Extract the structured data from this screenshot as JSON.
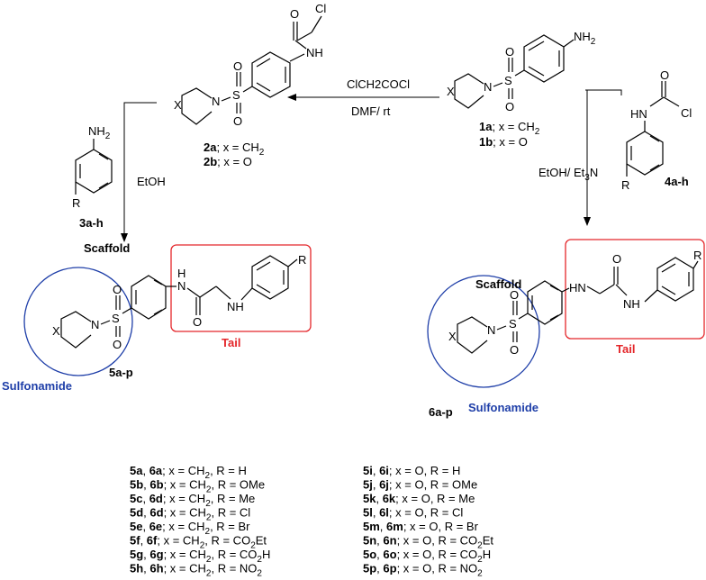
{
  "scheme": {
    "reagents": {
      "top_reagent": "ClCH2COCl",
      "top_conditions": "DMF/ rt",
      "left_solvent": "EtOH",
      "right_conditions": "EtOH/ Et3N"
    },
    "compounds": {
      "c1a_num": "1a",
      "c1a_rest": "; x = CH",
      "c1a_sub": "2",
      "c1b_num": "1b",
      "c1b_rest": "; x = O",
      "c2a_num": "2a",
      "c2a_rest": "; x = CH",
      "c2a_sub": "2",
      "c2b_num": "2b",
      "c2b_rest": "; x = O",
      "c3": "3a-h",
      "c4": "4a-h",
      "c5": "5a-p",
      "c6": "6a-p"
    },
    "atoms": {
      "nh2": "NH",
      "nh2_sub": "2",
      "cl": "Cl",
      "o": "O",
      "s": "S",
      "n": "N",
      "x": "X",
      "r": "R",
      "hn": "HN",
      "nh": "NH",
      "h": "H",
      "n_cap": "N"
    },
    "regions": {
      "scaffold": "Scaffold",
      "tail": "Tail",
      "sulfonamide": "Sulfonamide"
    },
    "legend_left": [
      {
        "c": "5a",
        "d": "6a",
        "pre": "; x = CH",
        "sub": "2",
        "post": ", R = H",
        "rsub": ""
      },
      {
        "c": "5b",
        "d": "6b",
        "pre": "; x = CH",
        "sub": "2",
        "post": ", R = OMe",
        "rsub": ""
      },
      {
        "c": "5c",
        "d": "6d",
        "pre": "; x = CH",
        "sub": "2",
        "post": ", R = Me",
        "rsub": ""
      },
      {
        "c": "5d",
        "d": "6d",
        "pre": "; x = CH",
        "sub": "2",
        "post": ", R = Cl",
        "rsub": ""
      },
      {
        "c": "5e",
        "d": "6e",
        "pre": "; x = CH",
        "sub": "2",
        "post": ", R = Br",
        "rsub": ""
      },
      {
        "c": "5f",
        "d": "6f",
        "pre": "; x = CH",
        "sub": "2",
        "post": ", R = CO",
        "rsub": "2",
        "tail": "Et"
      },
      {
        "c": "5g",
        "d": "6g",
        "pre": "; x = CH",
        "sub": "2",
        "post": ", R = CO",
        "rsub": "2",
        "tail": "H"
      },
      {
        "c": "5h",
        "d": "6h",
        "pre": "; x = CH",
        "sub": "2",
        "post": ", R = NO",
        "rsub": "2",
        "tail": ""
      }
    ],
    "legend_right": [
      {
        "c": "5i",
        "d": "6i",
        "post": "; x = O, R = H",
        "rsub": "",
        "tail": ""
      },
      {
        "c": "5j",
        "d": "6j",
        "post": "; x = O, R = OMe",
        "rsub": "",
        "tail": ""
      },
      {
        "c": "5k",
        "d": "6k",
        "post": "; x = O, R = Me",
        "rsub": "",
        "tail": ""
      },
      {
        "c": "5l",
        "d": "6l",
        "post": "; x = O, R = Cl",
        "rsub": "",
        "tail": ""
      },
      {
        "c": "5m",
        "d": "6m",
        "post": "; x = O, R = Br",
        "rsub": "",
        "tail": ""
      },
      {
        "c": "5n",
        "d": "6n",
        "post": "; x = O, R = CO",
        "rsub": "2",
        "tail": "Et"
      },
      {
        "c": "5o",
        "d": "6o",
        "post": "; x = O, R = CO",
        "rsub": "2",
        "tail": "H"
      },
      {
        "c": "5p",
        "d": "6p",
        "post": "; x = O, R = NO",
        "rsub": "2",
        "tail": ""
      }
    ],
    "colors": {
      "tail_box": "#e4262a",
      "sulfonamide_circle": "#1e3ea8"
    }
  }
}
